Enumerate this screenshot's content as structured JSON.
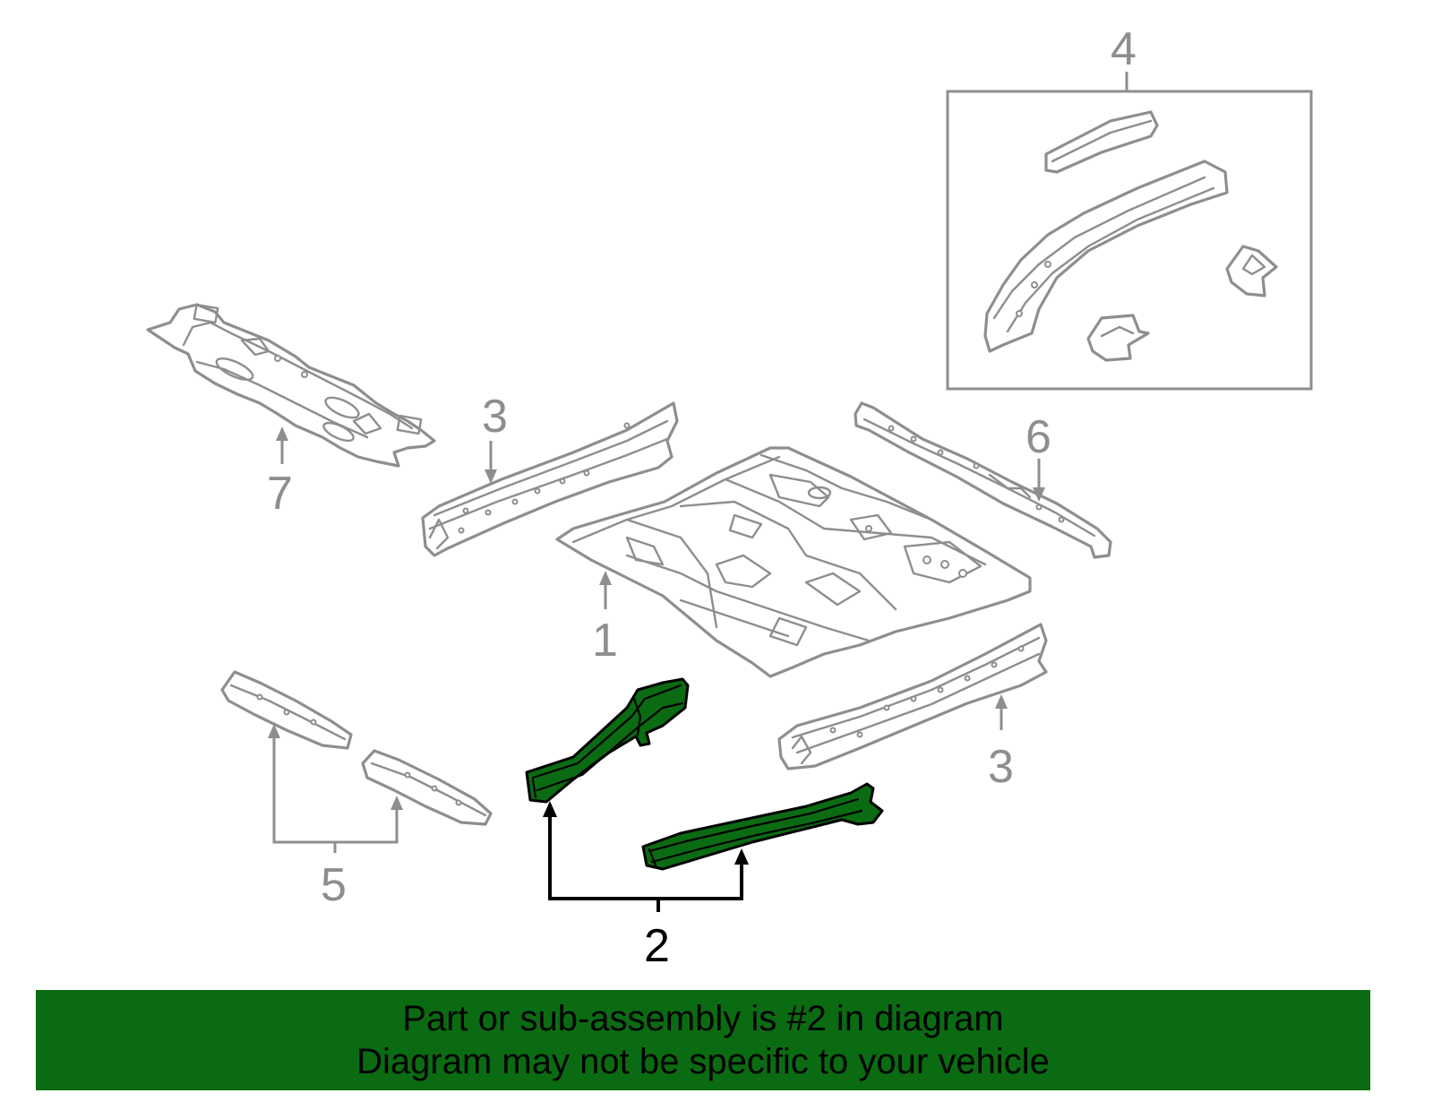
{
  "diagram": {
    "callouts": {
      "c1": "1",
      "c2": "2",
      "c3a": "3",
      "c3b": "3",
      "c4": "4",
      "c5": "5",
      "c6": "6",
      "c7": "7"
    },
    "highlighted_part": "2",
    "colors": {
      "highlight": "#0b6b12",
      "line_gray": "#8e8e8e",
      "banner": "#0b6b12"
    }
  },
  "banner": {
    "line1": "Part or sub-assembly is #2 in diagram",
    "line2": "Diagram may not be specific to your vehicle"
  }
}
